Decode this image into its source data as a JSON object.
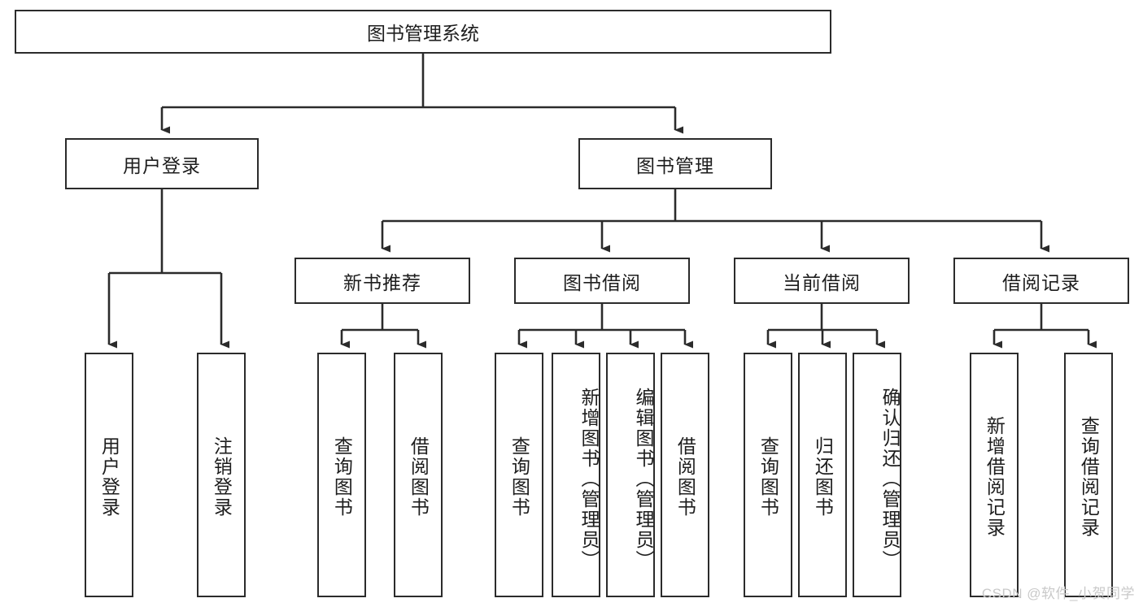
{
  "diagram": {
    "title": "图书管理系统",
    "type": "hierarchy-tree",
    "levels": 4,
    "root": {
      "label": "图书管理系统"
    },
    "level2": [
      {
        "label": "用户登录"
      },
      {
        "label": "图书管理"
      }
    ],
    "level3": [
      {
        "label": "新书推荐",
        "parent": "图书管理"
      },
      {
        "label": "图书借阅",
        "parent": "图书管理"
      },
      {
        "label": "当前借阅",
        "parent": "图书管理"
      },
      {
        "label": "借阅记录",
        "parent": "图书管理"
      }
    ],
    "leaves": [
      {
        "label": "用户登录",
        "parent": "用户登录"
      },
      {
        "label": "注销登录",
        "parent": "用户登录"
      },
      {
        "label": "查询图书",
        "parent": "新书推荐"
      },
      {
        "label": "借阅图书",
        "parent": "新书推荐"
      },
      {
        "label": "查询图书",
        "parent": "图书借阅"
      },
      {
        "label": "新增图书（管理员）",
        "parent": "图书借阅"
      },
      {
        "label": "编辑图书（管理员）",
        "parent": "图书借阅"
      },
      {
        "label": "借阅图书",
        "parent": "图书借阅"
      },
      {
        "label": "查询图书",
        "parent": "当前借阅"
      },
      {
        "label": "归还图书",
        "parent": "当前借阅"
      },
      {
        "label": "确认归还（管理员）",
        "parent": "当前借阅"
      },
      {
        "label": "新增借阅记录",
        "parent": "借阅记录"
      },
      {
        "label": "查询借阅记录",
        "parent": "借阅记录"
      }
    ]
  },
  "watermark": {
    "text": "CSDN @软件_小贺同学"
  },
  "colors": {
    "stroke": "#2b2b2b",
    "background": "#ffffff",
    "text": "#1d1d1d",
    "watermark": "#c9c9c9"
  }
}
